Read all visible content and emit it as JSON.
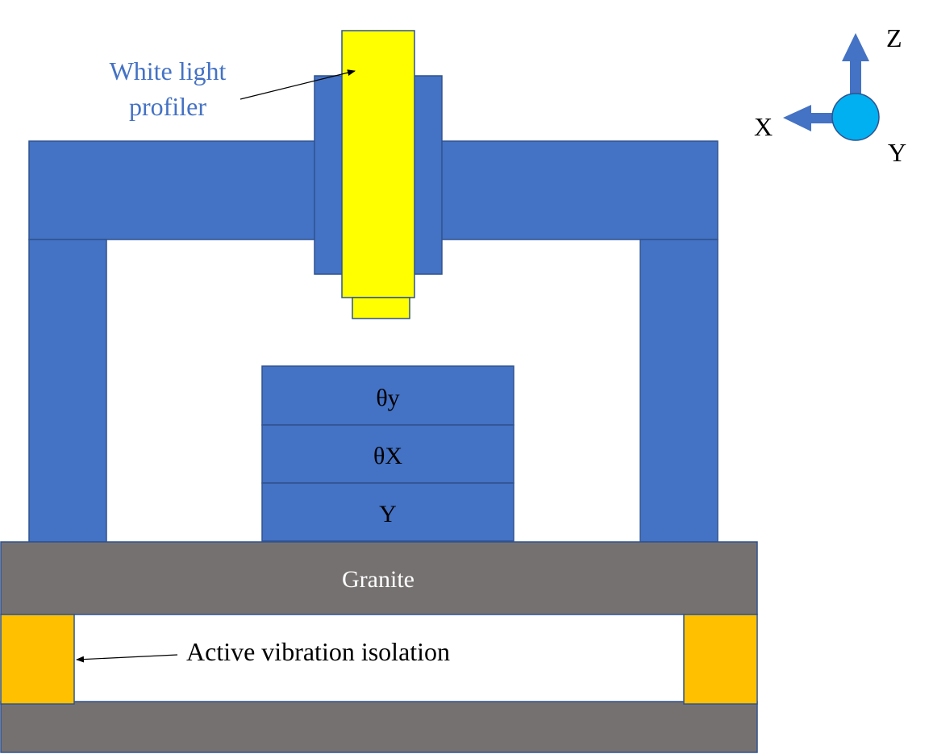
{
  "labels": {
    "profiler_line1": "White light",
    "profiler_line2": "profiler",
    "stage_theta_y": "θy",
    "stage_theta_x": "θX",
    "stage_y": "Y",
    "granite": "Granite",
    "isolation": "Active vibration isolation",
    "axis_z": "Z",
    "axis_x": "X",
    "axis_y": "Y"
  },
  "colors": {
    "frame_blue": "#4472C4",
    "stroke_blue": "#2F528F",
    "profiler_yellow": "#FFFF00",
    "granite_gray": "#767171",
    "isolator_orange": "#FFC000",
    "axis_circle": "#00B0F0",
    "label_blue": "#4472C4"
  }
}
